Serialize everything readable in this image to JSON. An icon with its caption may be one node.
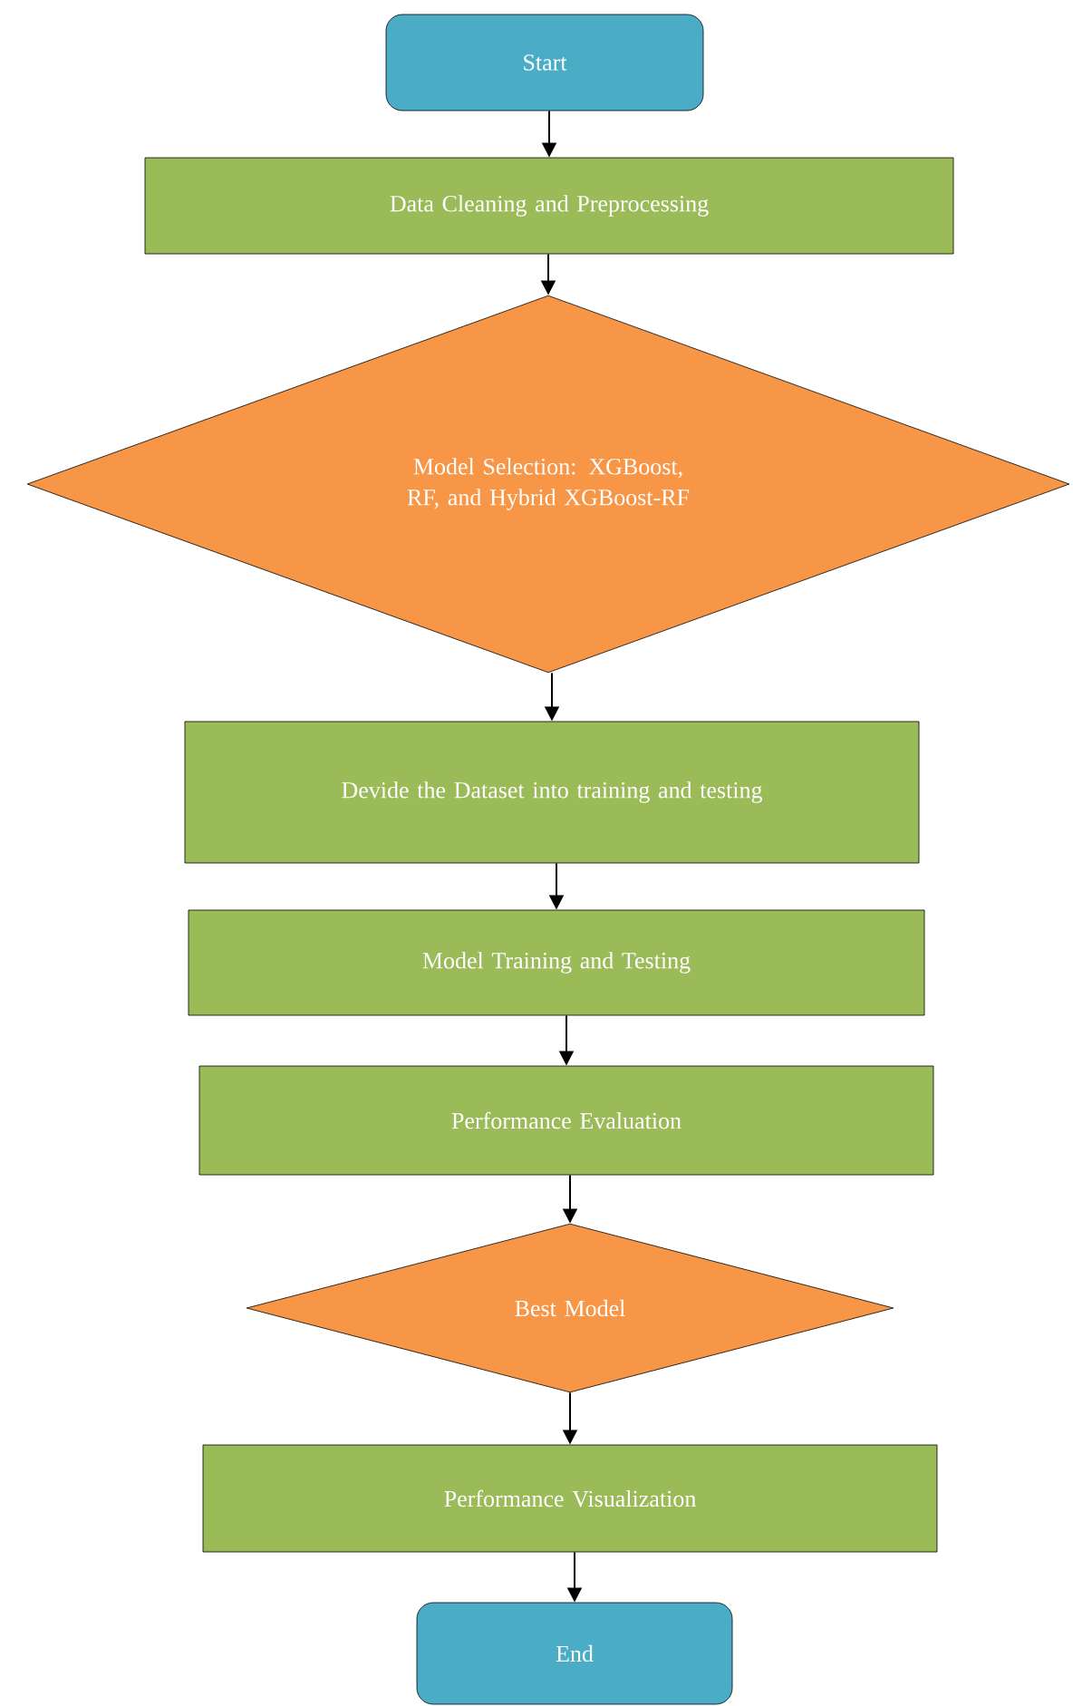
{
  "diagram": {
    "nodes": [
      {
        "text": [
          "Start"
        ]
      },
      {
        "text": [
          "Data Cleaning and Preprocessing"
        ]
      },
      {
        "text": [
          "Model Selection: XGBoost, RF, and Hybrid XGBoost-RF"
        ]
      },
      {
        "text": [
          "Devide the Dataset into training and testing"
        ]
      },
      {
        "text": [
          "Model Training and Testing"
        ]
      },
      {
        "text": [
          "Performance Evaluation"
        ]
      },
      {
        "text": [
          "Best Model"
        ]
      },
      {
        "text": [
          "Performance Visualization"
        ]
      },
      {
        "text": [
          "End"
        ]
      }
    ],
    "edges": [
      {
        "from": 0,
        "to": 1,
        "arrow": "to"
      },
      {
        "from": 1,
        "to": 2,
        "arrow": "to"
      },
      {
        "from": 2,
        "to": 3,
        "arrow": "to"
      },
      {
        "from": 3,
        "to": 4,
        "arrow": "to"
      },
      {
        "from": 4,
        "to": 5,
        "arrow": "to"
      },
      {
        "from": 5,
        "to": 6,
        "arrow": "to"
      },
      {
        "from": 6,
        "to": 7,
        "arrow": "to"
      },
      {
        "from": 7,
        "to": 8,
        "arrow": "to"
      }
    ]
  }
}
